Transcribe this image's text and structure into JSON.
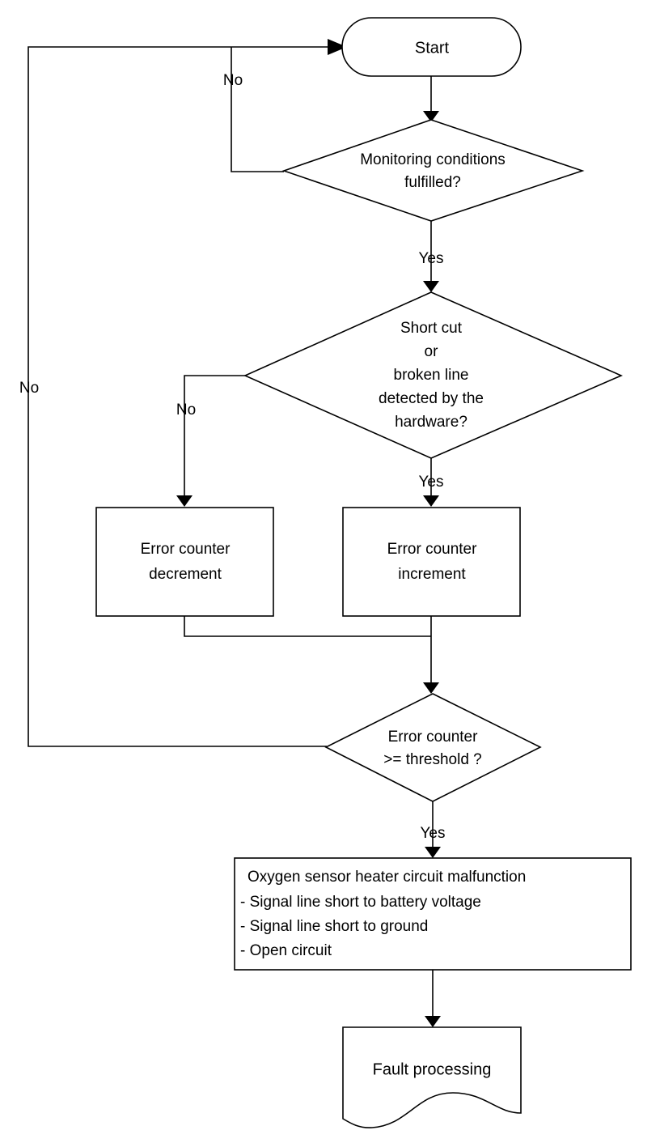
{
  "diagram": {
    "title": "Oxygen sensor heater circuit malfunction monitoring flowchart",
    "background_color": "#ffffff",
    "line_color": "#000000",
    "text_color": "#000000"
  },
  "nodes": {
    "start": {
      "shape": "terminator-oval",
      "label": "Start"
    },
    "decision_monitoring": {
      "shape": "diamond",
      "line1": "Monitoring  conditions",
      "line2": "fulfilled?"
    },
    "decision_hardware": {
      "shape": "diamond",
      "line1": "Short cut",
      "line2": "or",
      "line3": "broken line",
      "line4": "detected by the",
      "line5": "hardware?"
    },
    "process_decrement": {
      "shape": "rectangle",
      "line1": "Error counter",
      "line2": "decrement"
    },
    "process_increment": {
      "shape": "rectangle",
      "line1": "Error counter",
      "line2": "increment"
    },
    "decision_threshold": {
      "shape": "diamond",
      "line1": "Error counter",
      "line2": ">= threshold ?"
    },
    "malfunction_box": {
      "shape": "rectangle",
      "line1": "Oxygen sensor heater circuit malfunction",
      "line2": "- Signal line short to battery voltage",
      "line3": "- Signal line short to ground",
      "line4": "- Open circuit"
    },
    "fault_processing": {
      "shape": "document-wavy-bottom",
      "label": "Fault processing"
    }
  },
  "edge_labels": {
    "monitoring_no": "No",
    "monitoring_yes": "Yes",
    "hardware_no": "No",
    "hardware_yes": "Yes",
    "threshold_no": "No",
    "threshold_yes": "Yes"
  }
}
